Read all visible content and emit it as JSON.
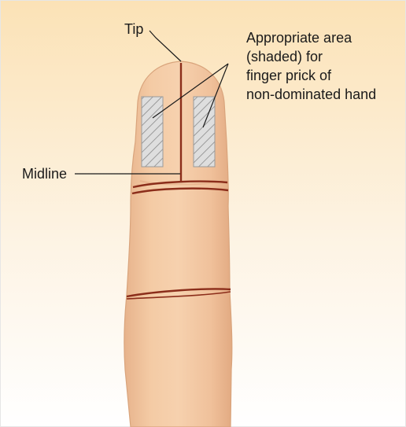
{
  "labels": {
    "tip": "Tip",
    "midline": "Midline",
    "area_line1": "Appropriate area",
    "area_line2": "(shaded) for",
    "area_line3": "finger prick of",
    "area_line4": "non-dominated hand"
  },
  "colors": {
    "background_top": "#fbe2b6",
    "background_bottom": "#ffffff",
    "skin": "#f1c39a",
    "skin_edge": "#d9a47c",
    "crease": "#8b2d1a",
    "shaded_fill": "#dcdcdc",
    "shaded_hatch": "#8a8a8a",
    "leader": "#1a1a1a"
  }
}
